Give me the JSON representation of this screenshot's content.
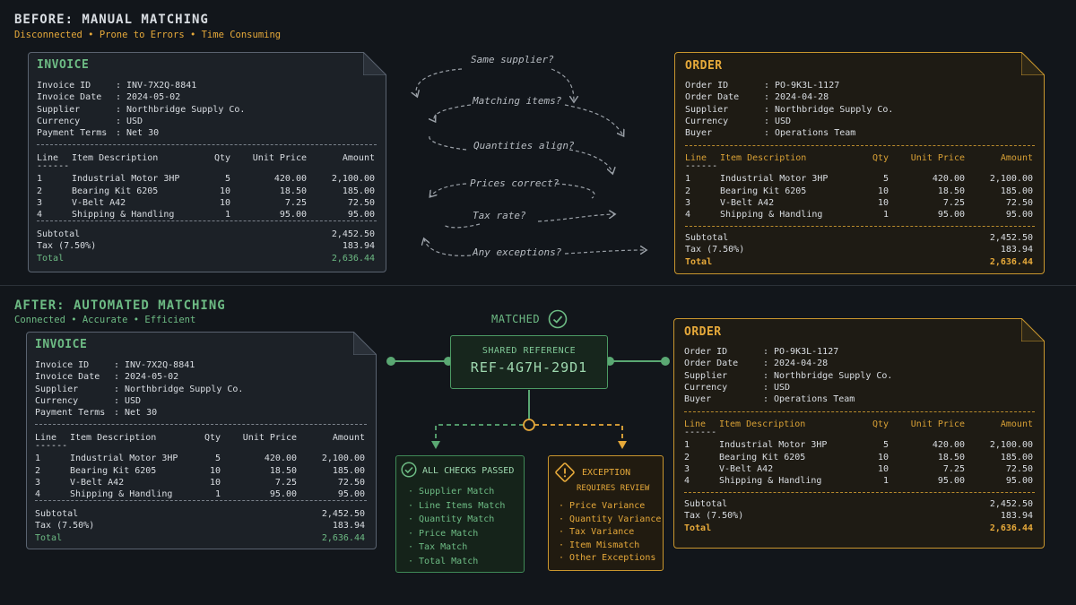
{
  "before": {
    "title": "BEFORE: MANUAL MATCHING",
    "subtitle": "Disconnected • Prone to Errors • Time Consuming",
    "questions": [
      "Same supplier?",
      "Matching items?",
      "Quantities align?",
      "Prices correct?",
      "Tax rate?",
      "Any exceptions?"
    ]
  },
  "after": {
    "title": "AFTER: AUTOMATED MATCHING",
    "subtitle": "Connected • Accurate • Efficient"
  },
  "invoice": {
    "title": "INVOICE",
    "fields": [
      {
        "label": "Invoice ID",
        "value": "INV-7X2Q-8841"
      },
      {
        "label": "Invoice Date",
        "value": "2024-05-02"
      },
      {
        "label": "Supplier",
        "value": "Northbridge Supply Co."
      },
      {
        "label": "Currency",
        "value": "USD"
      },
      {
        "label": "Payment Terms",
        "value": "Net 30"
      }
    ]
  },
  "order": {
    "title": "ORDER",
    "fields": [
      {
        "label": "Order ID",
        "value": "PO-9K3L-1127"
      },
      {
        "label": "Order Date",
        "value": "2024-04-28"
      },
      {
        "label": "Supplier",
        "value": "Northbridge Supply Co."
      },
      {
        "label": "Currency",
        "value": "USD"
      },
      {
        "label": "Buyer",
        "value": "Operations Team"
      }
    ]
  },
  "table": {
    "headers": {
      "line": "Line",
      "desc": "Item Description",
      "qty": "Qty",
      "unit": "Unit Price",
      "amount": "Amount"
    },
    "underline": "------",
    "rows": [
      {
        "line": "1",
        "desc": "Industrial Motor 3HP",
        "qty": "5",
        "unit": "420.00",
        "amount": "2,100.00"
      },
      {
        "line": "2",
        "desc": "Bearing Kit 6205",
        "qty": "10",
        "unit": "18.50",
        "amount": "185.00"
      },
      {
        "line": "3",
        "desc": "V-Belt A42",
        "qty": "10",
        "unit": "7.25",
        "amount": "72.50"
      },
      {
        "line": "4",
        "desc": "Shipping & Handling",
        "qty": "1",
        "unit": "95.00",
        "amount": "95.00"
      }
    ],
    "subtotal_label": "Subtotal",
    "subtotal": "2,452.50",
    "tax_label": "Tax (7.50%)",
    "tax": "183.94",
    "total_label": "Total",
    "total": "2,636.44"
  },
  "matched": {
    "label": "MATCHED"
  },
  "shared_ref": {
    "label": "SHARED REFERENCE",
    "value": "REF-4G7H-29D1"
  },
  "checks": {
    "title": "ALL CHECKS PASSED",
    "items": [
      "· Supplier Match",
      "· Line Items Match",
      "· Quantity Match",
      "· Price Match",
      "· Tax Match",
      "· Total Match"
    ]
  },
  "exception": {
    "title": "EXCEPTION",
    "subtitle": "REQUIRES REVIEW",
    "items": [
      "· Price Variance",
      "· Quantity Variance",
      "· Tax Variance",
      "· Item Mismatch",
      "· Other Exceptions"
    ]
  },
  "colors": {
    "green": "#6dbb84",
    "orange": "#e6a93a",
    "background": "#12161b"
  }
}
